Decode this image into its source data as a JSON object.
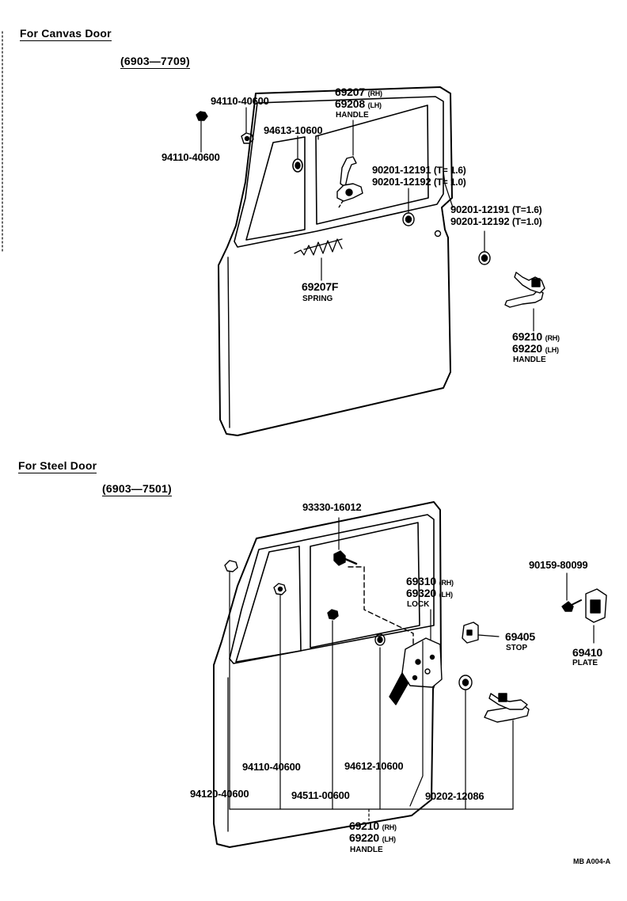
{
  "canvas_door": {
    "title": "For Canvas Door",
    "date_range": "(6903—7709)",
    "labels": {
      "nut_top": "94110-40600",
      "nut_left": "94110-40600",
      "grommet": "94613-10600",
      "inner_handle_rh": "69207",
      "inner_handle_rh_side": "(RH)",
      "inner_handle_lh": "69208",
      "inner_handle_lh_side": "(LH)",
      "inner_handle_name": "HANDLE",
      "washer1_a": "90201-12191",
      "washer1_a_thk": "(T= 1.6)",
      "washer1_b": "90201-12192",
      "washer1_b_thk": "(T= 1.0)",
      "washer2_a": "90201-12191",
      "washer2_a_thk": "(T=1.6)",
      "washer2_b": "90201-12192",
      "washer2_b_thk": "(T=1.0)",
      "spring_no": "69207F",
      "spring_name": "SPRING",
      "outer_handle_rh": "69210",
      "outer_handle_rh_side": "(RH)",
      "outer_handle_lh": "69220",
      "outer_handle_lh_side": "(LH)",
      "outer_handle_name": "HANDLE"
    }
  },
  "steel_door": {
    "title": "For Steel Door",
    "date_range": "(6903—7501)",
    "labels": {
      "bolt": "93330-16012",
      "lock_rh": "69310",
      "lock_rh_side": "(RH)",
      "lock_lh": "69320",
      "lock_lh_side": "(LH)",
      "lock_name": "LOCK",
      "screw": "90159-80099",
      "stop_no": "69405",
      "stop_name": "STOP",
      "plate_no": "69410",
      "plate_name": "PLATE",
      "nut": "94110-40600",
      "grommet": "94612-10600",
      "nut2": "94120-40600",
      "washer": "94511-00600",
      "seal": "90202-12086",
      "handle_rh": "69210",
      "handle_rh_side": "(RH)",
      "handle_lh": "69220",
      "handle_lh_side": "(LH)",
      "handle_name": "HANDLE"
    }
  },
  "figure_ref": "MB A004-A"
}
